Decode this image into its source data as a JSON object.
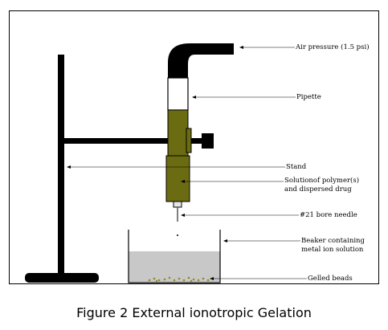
{
  "diagram": {
    "labels": {
      "air_pressure": "Air pressure (1.5 psi)",
      "pipette": "Pipette",
      "stand": "Stand",
      "solution_line1": "Solutionof polymer(s)",
      "solution_line2": "and dispersed drug",
      "needle": "#21 bore needle",
      "beaker_line1": "Beaker containing",
      "beaker_line2": "metal ion solution",
      "beads": "Gelled beads"
    },
    "caption": "Figure 2 External ionotropic Gelation",
    "colors": {
      "solution": "#6b6b12",
      "liquid": "#c8c8c8",
      "bead": "#8c8c2a",
      "stand": "#000000"
    }
  }
}
